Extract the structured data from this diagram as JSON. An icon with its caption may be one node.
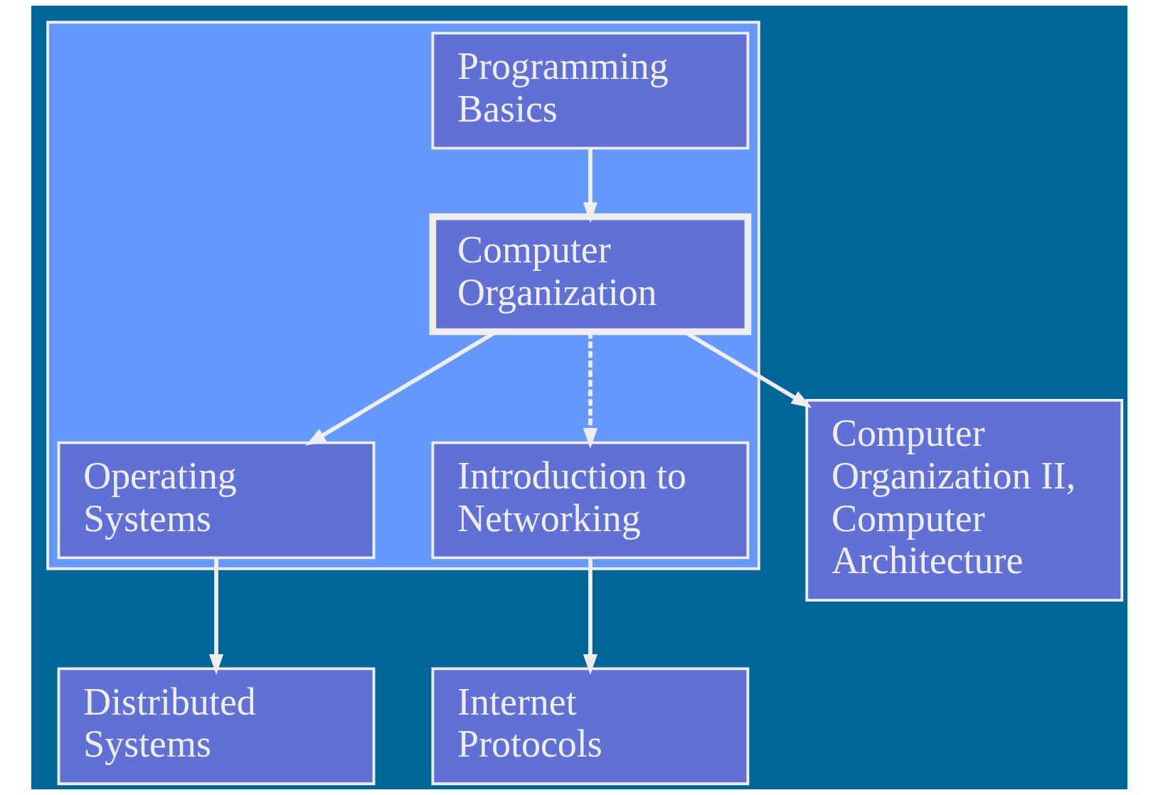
{
  "diagram": {
    "nodes": [
      {
        "text": [],
        "shape": "box"
      },
      {
        "text": [
          "Programming Basics"
        ],
        "in": 0
      },
      {
        "text": [
          "Computer Organization"
        ],
        "in": 0
      },
      {
        "text": [
          "Operating Systems"
        ],
        "in": 0
      },
      {
        "text": [
          "Introduction to Networking"
        ],
        "in": 0
      },
      {
        "text": [
          "Computer Organization II, Computer Architecture"
        ]
      },
      {
        "text": [
          "Distributed Systems"
        ]
      },
      {
        "text": [
          "Internet Protocols"
        ]
      }
    ],
    "edges": [
      {
        "from": 1,
        "to": 2,
        "arrow": "to"
      },
      {
        "from": 2,
        "to": 3,
        "arrow": "to"
      },
      {
        "from": 2,
        "to": 4,
        "arrow": "to",
        "style": "dashed"
      },
      {
        "from": 2,
        "to": 5,
        "arrow": "to"
      },
      {
        "from": 3,
        "to": 6,
        "arrow": "to"
      },
      {
        "from": 4,
        "to": 7,
        "arrow": "to"
      }
    ]
  }
}
